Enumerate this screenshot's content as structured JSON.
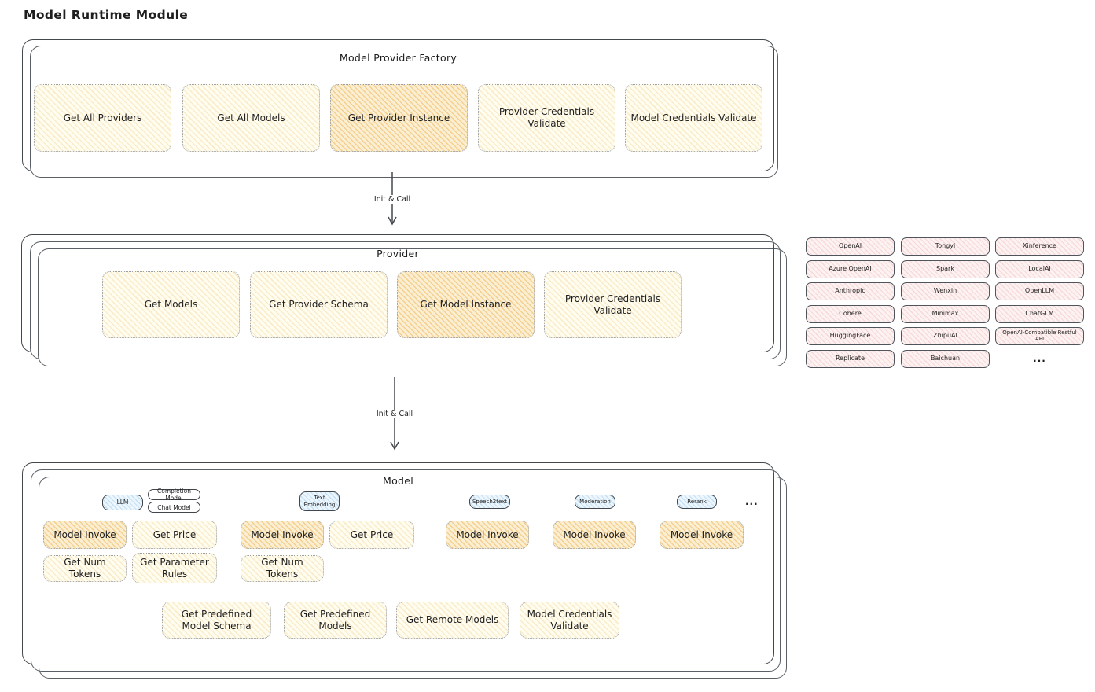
{
  "title": "Model Runtime Module",
  "colors": {
    "default_button_fill": "#FFF8E1",
    "highlight_button_fill": "#F5C97E",
    "model_type_badge_fill": "#D9EAF7",
    "provider_item_fill": "#FBE9E9"
  },
  "factory": {
    "title": "Model Provider Factory",
    "buttons": [
      {
        "label": "Get All Providers",
        "highlighted": false
      },
      {
        "label": "Get All Models",
        "highlighted": false
      },
      {
        "label": "Get Provider Instance",
        "highlighted": true
      },
      {
        "label": "Provider Credentials Validate",
        "highlighted": false
      },
      {
        "label": "Model Credentials Validate",
        "highlighted": false
      }
    ]
  },
  "arrows": {
    "factory_to_provider": {
      "label": "Init & Call"
    },
    "provider_to_model": {
      "label": "Init & Call"
    }
  },
  "provider": {
    "title": "Provider",
    "buttons": [
      {
        "label": "Get Models",
        "highlighted": false
      },
      {
        "label": "Get Provider Schema",
        "highlighted": false
      },
      {
        "label": "Get Model Instance",
        "highlighted": true
      },
      {
        "label": "Provider Credentials Validate",
        "highlighted": false
      }
    ]
  },
  "providers": {
    "columns": [
      [
        "OpenAI",
        "Azure OpenAI",
        "Anthropic",
        "Cohere",
        "HuggingFace",
        "Replicate"
      ],
      [
        "Tongyi",
        "Spark",
        "Wenxin",
        "Minimax",
        "ZhipuAI",
        "Baichuan"
      ],
      [
        "Xinference",
        "LocalAI",
        "OpenLLM",
        "ChatGLM",
        "OpenAI-Compatible Restful API"
      ]
    ],
    "ellipsis": "..."
  },
  "model": {
    "title": "Model",
    "groups": [
      {
        "badge": "LLM",
        "extra_badges": [
          "Completion Model",
          "Chat Model"
        ],
        "buttons": [
          {
            "label": "Model Invoke",
            "highlighted": true
          },
          {
            "label": "Get Price",
            "highlighted": false
          },
          {
            "label": "Get Num Tokens",
            "highlighted": false
          },
          {
            "label": "Get Parameter Rules",
            "highlighted": false
          }
        ]
      },
      {
        "badge": "Text Embedding",
        "buttons": [
          {
            "label": "Model Invoke",
            "highlighted": true
          },
          {
            "label": "Get Price",
            "highlighted": false
          },
          {
            "label": "Get Num Tokens",
            "highlighted": false
          }
        ]
      },
      {
        "badge": "Speech2text",
        "buttons": [
          {
            "label": "Model Invoke",
            "highlighted": true
          }
        ]
      },
      {
        "badge": "Moderation",
        "buttons": [
          {
            "label": "Model Invoke",
            "highlighted": true
          }
        ]
      },
      {
        "badge": "Rerank",
        "buttons": [
          {
            "label": "Model Invoke",
            "highlighted": true
          }
        ]
      }
    ],
    "ellipsis": "...",
    "bottom_buttons": [
      "Get Predefined Model Schema",
      "Get Predefined Models",
      "Get Remote Models",
      "Model Credentials Validate"
    ]
  }
}
